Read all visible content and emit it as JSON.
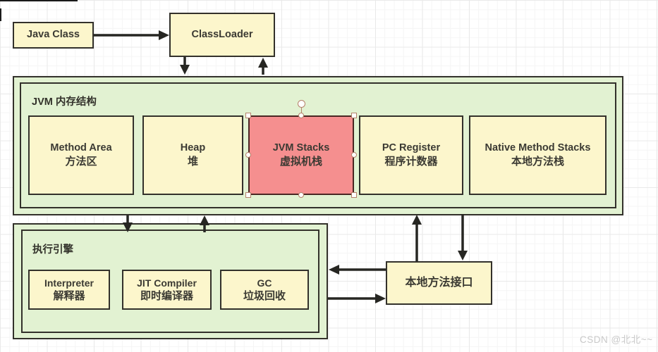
{
  "diagram": {
    "top": {
      "java_class_label": "Java Class",
      "classloader_label": "ClassLoader"
    },
    "memory": {
      "title": "JVM 内存结构",
      "boxes": [
        {
          "en": "Method Area",
          "zh": "方法区"
        },
        {
          "en": "Heap",
          "zh": "堆"
        },
        {
          "en": "JVM Stacks",
          "zh": "虚拟机栈"
        },
        {
          "en": "PC Register",
          "zh": "程序计数器"
        },
        {
          "en": "Native Method Stacks",
          "zh": "本地方法栈"
        }
      ]
    },
    "engine": {
      "title": "执行引擎",
      "boxes": [
        {
          "en": "Interpreter",
          "zh": "解释器"
        },
        {
          "en": "JIT Compiler",
          "zh": "即时编译器"
        },
        {
          "en": "GC",
          "zh": "垃圾回收"
        }
      ]
    },
    "native_interface_label": "本地方法接口",
    "watermark": "CSDN @北北~~",
    "colors": {
      "node_fill_yellow": "#fcf6cc",
      "container_fill_green": "#e2f2d2",
      "selected_fill_red": "#f58f8f",
      "border_dark": "#33312b",
      "arrow_black": "#262622",
      "handle_border": "#b5826b",
      "watermark_gray": "#c9c9c9"
    }
  }
}
